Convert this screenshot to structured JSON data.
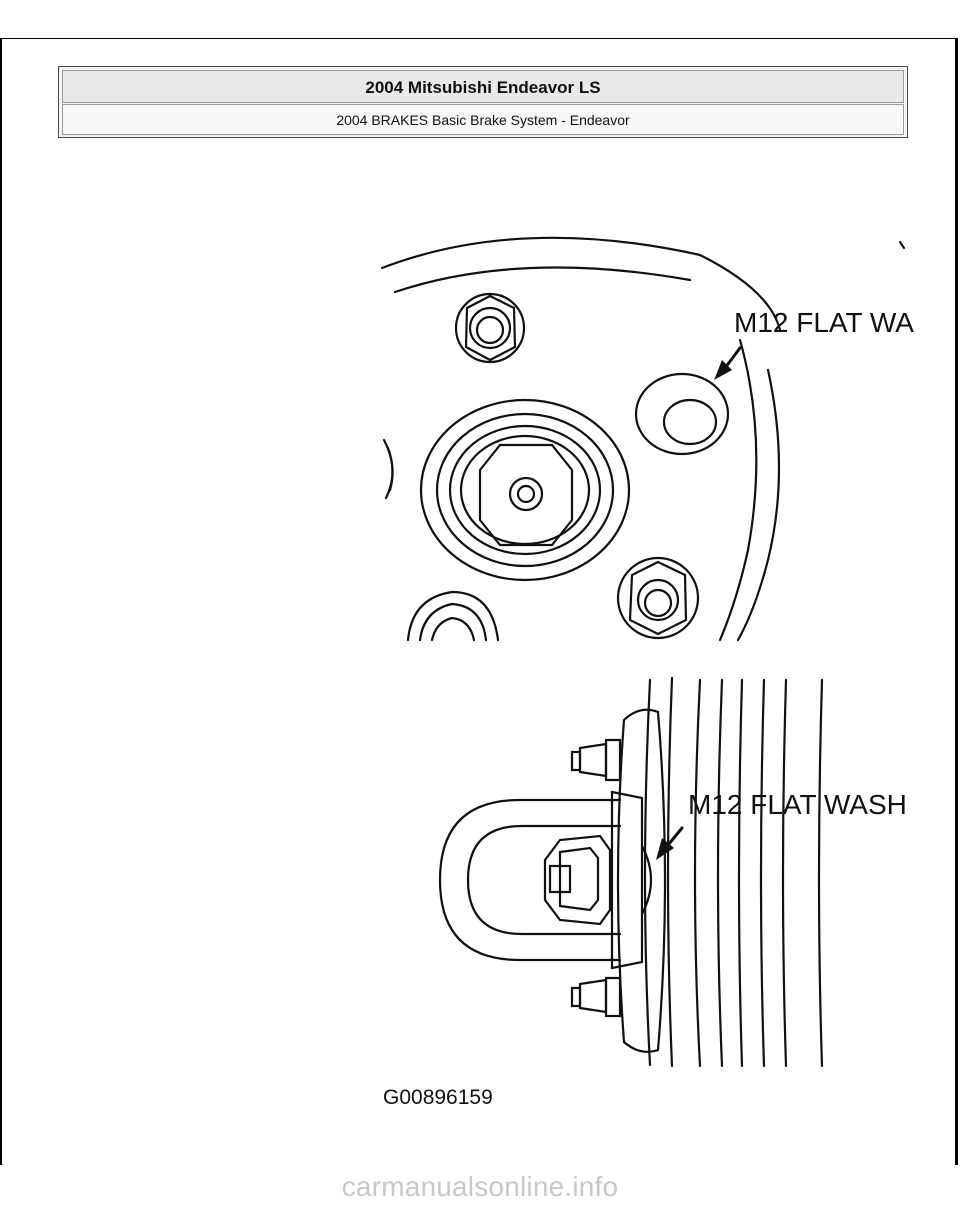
{
  "header": {
    "title": "2004 Mitsubishi Endeavor LS",
    "subtitle": "2004 BRAKES Basic Brake System - Endeavor"
  },
  "figure": {
    "top_label": "M12 FLAT WA",
    "bottom_label": "M12 FLAT WASH",
    "figure_id": "G00896159"
  },
  "footer": {
    "watermark": "carmanualsonline.info"
  }
}
